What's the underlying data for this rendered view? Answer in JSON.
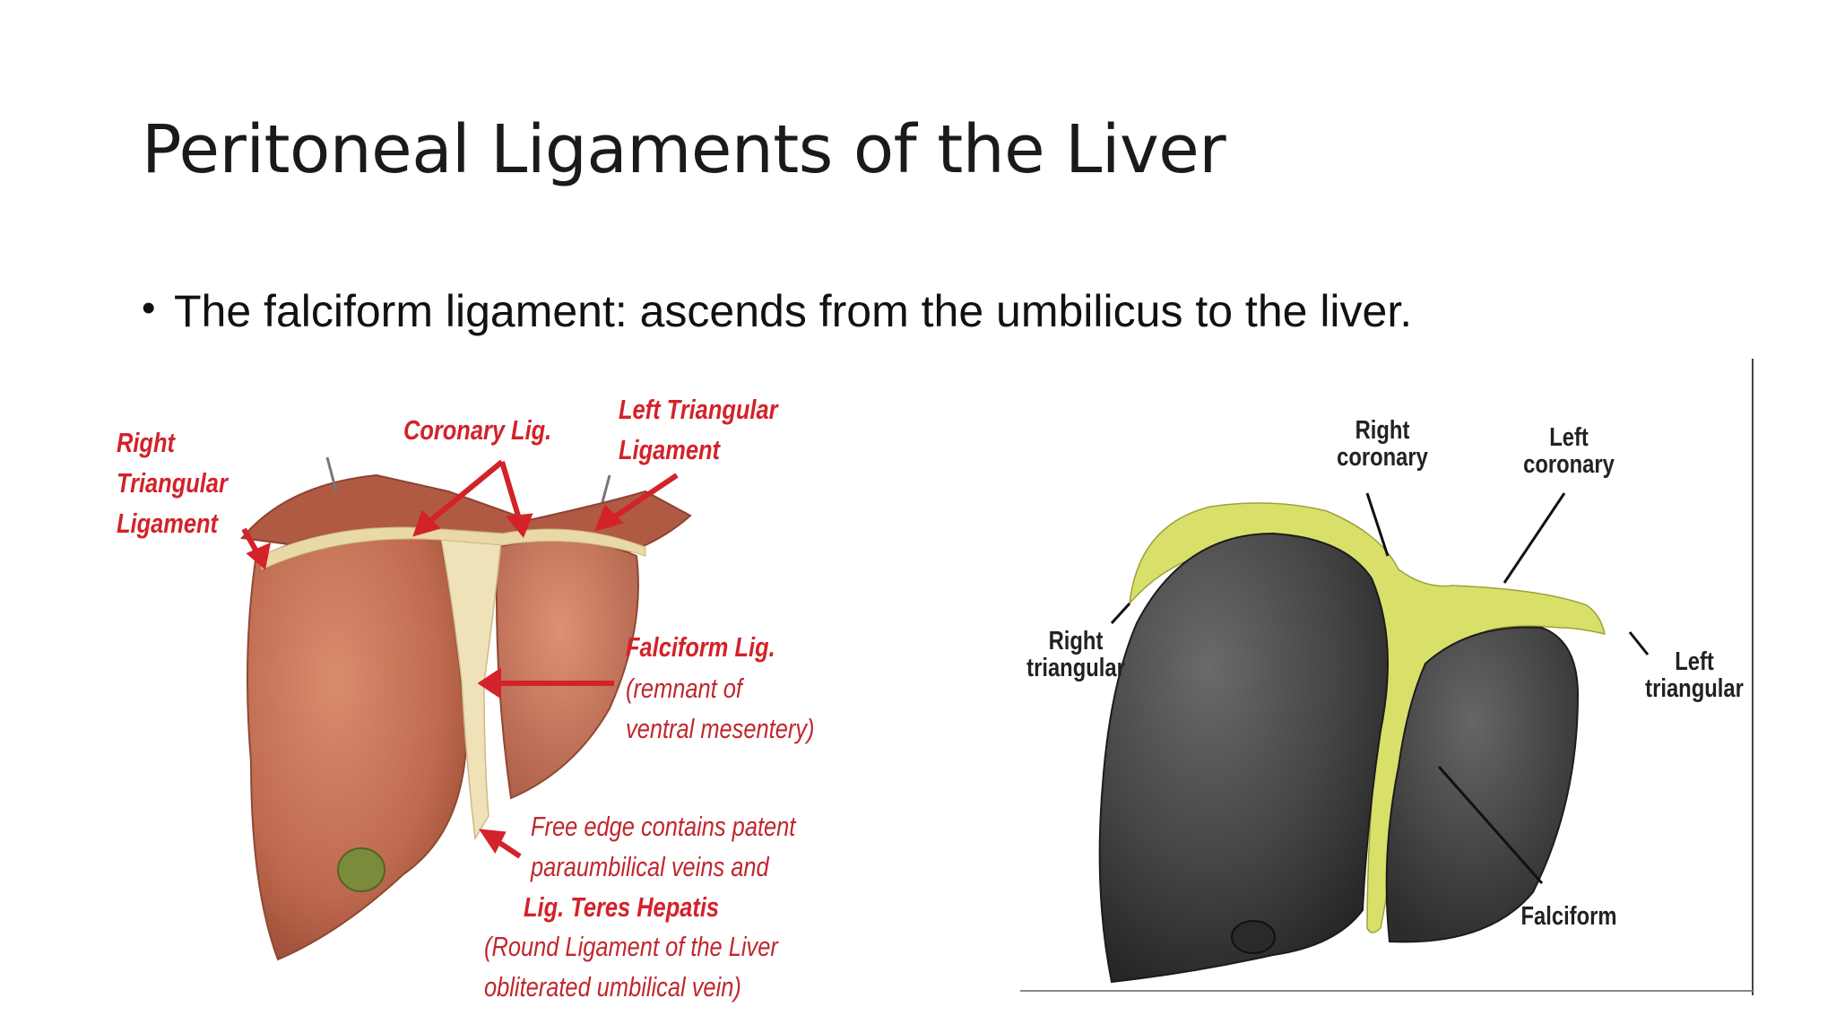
{
  "slide": {
    "title": "Peritoneal Ligaments of the Liver",
    "bullet": "The falciform ligament: ascends from the umbilicus to the liver."
  },
  "left_figure": {
    "labels": {
      "right_triangular": [
        "Right",
        "Triangular",
        "Ligament"
      ],
      "coronary": "Coronary Lig.",
      "left_triangular": [
        "Left Triangular",
        "Ligament"
      ],
      "falciform_title": "Falciform Lig.",
      "falciform_note": [
        "(remnant of",
        "ventral mesentery)"
      ],
      "free_edge": [
        "Free edge contains patent",
        "paraumbilical veins and"
      ],
      "teres": "Lig. Teres Hepatis",
      "round": [
        "(Round Ligament of the Liver",
        "obliterated umbilical vein)"
      ]
    },
    "colors": {
      "label_red": "#d3222a",
      "liver": "#c9755a",
      "ligament": "#efe2b8",
      "gallbladder": "#7a8b3c"
    }
  },
  "right_figure": {
    "labels": {
      "right_coronary": [
        "Right",
        "coronary"
      ],
      "left_coronary": [
        "Left",
        "coronary"
      ],
      "right_triangular": [
        "Right",
        "triangular"
      ],
      "left_triangular": [
        "Left",
        "triangular"
      ],
      "falciform": "Falciform"
    },
    "colors": {
      "liver": "#4a4a4a",
      "ligament": "#d9e06a"
    }
  }
}
